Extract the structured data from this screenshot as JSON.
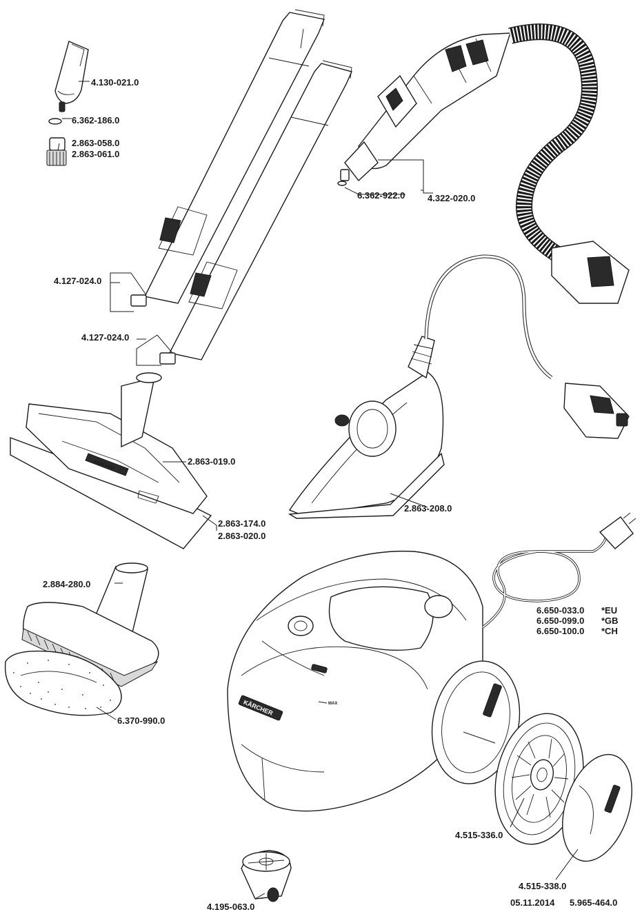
{
  "parts": {
    "p4130021": "4.130-021.0",
    "p6362186": "6.362-186.0",
    "p2863058": "2.863-058.0",
    "p2863061": "2.863-061.0",
    "p4127024a": "4.127-024.0",
    "p4127024b": "4.127-024.0",
    "p6362922": "6.362-922.0",
    "p4322020": "4.322-020.0",
    "p2863019": "2.863-019.0",
    "p2863174": "2.863-174.0",
    "p2863020": "2.863-020.0",
    "p2863208": "2.863-208.0",
    "p2884280": "2.884-280.0",
    "p6370990": "6.370-990.0",
    "p6650033": "6.650-033.0",
    "p6650099": "6.650-099.0",
    "p6650100": "6.650-100.0",
    "p4515336": "4.515-336.0",
    "p4515338": "4.515-338.0",
    "p4195063": "4.195-063.0"
  },
  "variants": {
    "eu": "*EU",
    "gb": "*GB",
    "ch": "*CH"
  },
  "markings": {
    "max": "MAX",
    "brand": "KÄRCHER"
  },
  "footer": {
    "date": "05.11.2014",
    "doc": "5.965-464.0"
  }
}
